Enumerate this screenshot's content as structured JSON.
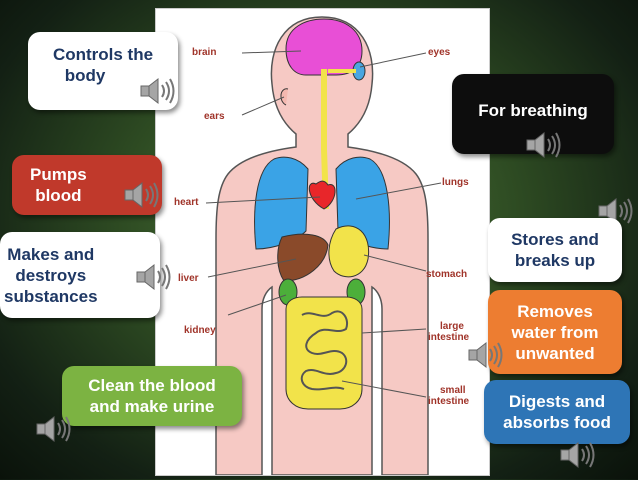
{
  "diagram": {
    "organ_labels": {
      "brain": "brain",
      "eyes": "eyes",
      "ears": "ears",
      "lungs": "lungs",
      "heart": "heart",
      "liver": "liver",
      "stomach": "stomach",
      "kidney": "kidney",
      "large_intestine_1": "large",
      "large_intestine_2": "intestine",
      "small_intestine_1": "small",
      "small_intestine_2": "intestine"
    }
  },
  "boxes": {
    "brain": {
      "line1": "Controls the",
      "line2": "body",
      "color": "#ffffff",
      "text_color": "#1f3864"
    },
    "heart": {
      "line1": "Pumps",
      "line2": "blood",
      "color": "#c0392b",
      "text_color": "#ffffff"
    },
    "liver": {
      "line1": "Makes and",
      "line2": "destroys",
      "line3": "substances",
      "color": "#ffffff",
      "text_color": "#1f3864"
    },
    "kidney": {
      "line1": "Clean the blood",
      "line2": "and make urine",
      "color": "#7cb342",
      "text_color": "#ffffff"
    },
    "lungs": {
      "line1": "For breathing",
      "color": "#0d0d0d",
      "text_color": "#ffffff"
    },
    "stomach": {
      "line1": "Stores and",
      "line2": "breaks up",
      "color": "#ffffff",
      "text_color": "#1f3864"
    },
    "large_intestine": {
      "line1": "Removes",
      "line2": "water from",
      "line3": "unwanted",
      "color": "#ed7d31",
      "text_color": "#ffffff"
    },
    "small_intestine": {
      "line1": "Digests and",
      "line2": "absorbs food",
      "color": "#2e75b6",
      "text_color": "#ffffff"
    }
  },
  "icons": [
    "speaker-icon"
  ]
}
